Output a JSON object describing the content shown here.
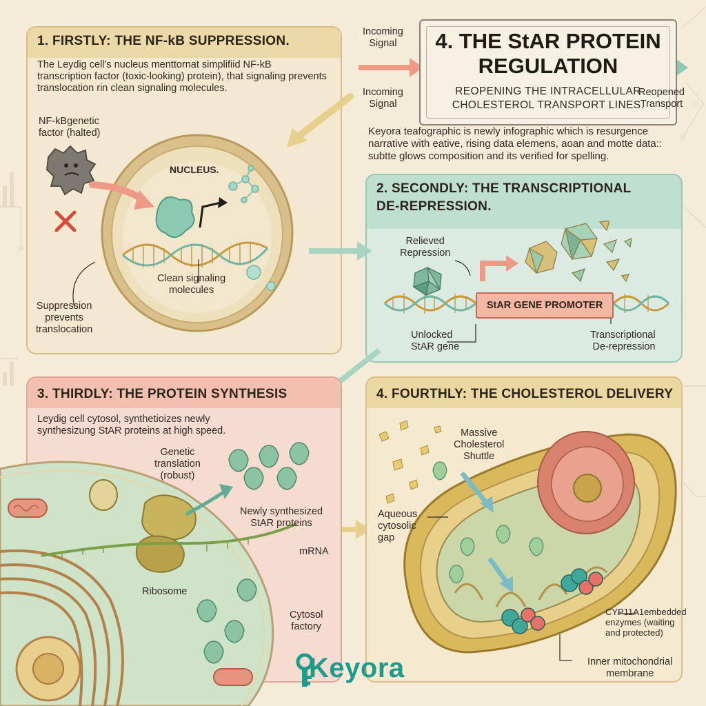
{
  "hero": {
    "title_line1": "4. THE StAR PROTEIN",
    "title_line2": "REGULATION",
    "subtitle_line1": "REOPENING THE INTRACELLULAR",
    "subtitle_line2": "CHOLESTEROL TRANSPORT LINES.",
    "incoming_top": "Incoming\nSignal",
    "incoming_bottom": "Incoming\nSignal",
    "reopened": "Reopened\nTransport"
  },
  "description": "Keyora teafographic is newly infographic which is resurgence narrative with eative, rising data elemens, aoan and motte data:: subtte glows composition and its verified for spelling.",
  "panel1": {
    "title": "1. FIRSTLY: THE NF-kB SUPPRESSION.",
    "text": "The Leydig cell's nucleus menttornat simplifiid NF-kB transcription factor (toxic-looking) protein), that signaling prevents translocation rin clean signaling molecules.",
    "label_factor": "NF-kBgenetic\nfactor (halted)",
    "label_nucleus": "NUCLEUS.",
    "label_clean": "Clean signaling\nmolecules",
    "label_suppression": "Suppression\nprevents\ntranslocation"
  },
  "panel2": {
    "title_line1": "2. SECONDLY: THE TRANSCRIPTIONAL",
    "title_line2": "DE-REPRESSION.",
    "label_relieved": "Relieved\nRepression",
    "promoter": "StAR GENE PROMOTER",
    "label_unlocked": "Unlocked\nStAR gene",
    "label_derepression": "Transcriptional\nDe-repression"
  },
  "panel3": {
    "title": "3. THIRDLY: THE PROTEIN SYNTHESIS",
    "text": "Leydig cell cytosol, synthetioizes newly synthesizung StAR proteins at high speed.",
    "label_translation": "Genetic\ntranslation\n(robust)",
    "label_newly": "Newly synthesized\nStAR proteins",
    "label_mrna": "mRNA",
    "label_ribosome": "Ribosome",
    "label_cytosol": "Cytosol\nfactory"
  },
  "panel4": {
    "title": "4. FOURTHLY: THE CHOLESTEROL DELIVERY",
    "label_shuttle": "Massive\nCholesterol\nShuttle",
    "label_aqueous": "Aqueous\ncytosolic\ngap",
    "label_cyp": "CYP11A1embedded\nenzymes (waiting\nand protected)",
    "label_inner": "Inner mitochondrial\nmembrane"
  },
  "brand": {
    "name": "Keyora",
    "colors": {
      "teal": "#1f9a8b",
      "coral": "#e98a76",
      "gold": "#d9b45a"
    }
  }
}
